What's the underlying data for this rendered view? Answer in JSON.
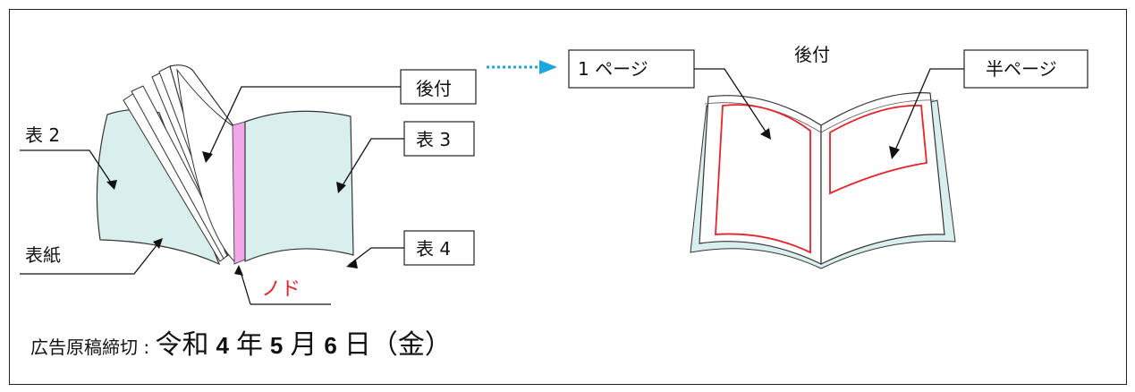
{
  "labels": {
    "hyo2": "表 2",
    "hyoshi": "表紙",
    "atozuke": "後付",
    "hyo3": "表 3",
    "hyo4": "表 4",
    "nodo": "ノド",
    "one_page": "1 ページ",
    "atozuke_title": "後付",
    "half_page": "半ページ"
  },
  "deadline": {
    "label": "広告原稿締切 : ",
    "era": "令和",
    "year": "4",
    "year_unit": "年",
    "month": "5",
    "month_unit": "月",
    "day": "6",
    "day_unit": "日",
    "weekday": "（金）"
  },
  "colors": {
    "cover_fill": "#d9efee",
    "spine_highlight": "#f2a7e8",
    "ad_outline": "#e8232a",
    "arrow_dotted": "#1aa6e0",
    "nodo_text": "#e8232a"
  }
}
